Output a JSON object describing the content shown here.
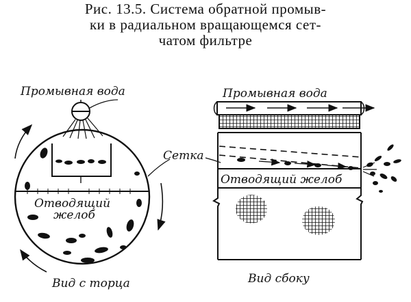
{
  "caption": {
    "line1": "Рис. 13.5. Система обратной промыв-",
    "line2": "ки в радиальном вращающемся сет-",
    "line3": "чатом фильтре"
  },
  "labels": {
    "wash_water_left": "Промывная вода",
    "wash_water_right": "Промывная вода",
    "screen": "Сетка",
    "trough_left_1": "Отводящий",
    "trough_left_2": "желоб",
    "trough_right": "Отводящий желоб",
    "end_view": "Вид с торца",
    "side_view": "Вид сбоку"
  }
}
